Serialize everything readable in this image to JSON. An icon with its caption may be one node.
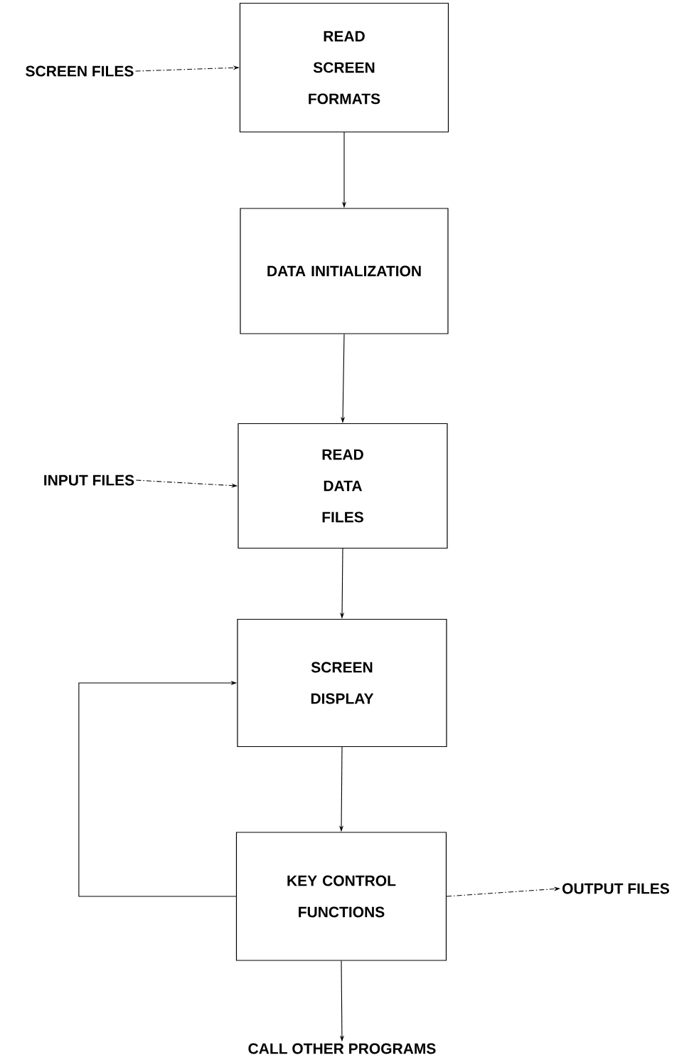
{
  "diagram": {
    "nodes": [
      {
        "text": [
          "SCREEN FILES"
        ]
      },
      {
        "text": [
          "READ SCREEN FORMATS"
        ]
      },
      {
        "text": [
          "DATA INITIALIZATION"
        ]
      },
      {
        "text": [
          "INPUT FILES"
        ]
      },
      {
        "text": [
          "READ DATA FILES"
        ]
      },
      {
        "text": [
          "SCREEN DISPLAY"
        ]
      },
      {
        "text": [
          "KEY CONTROL FUNCTIONS"
        ]
      },
      {
        "text": [
          "OUTPUT FILES"
        ]
      },
      {
        "text": [
          "CALL OTHER PROGRAMS"
        ]
      }
    ],
    "edges": [
      {
        "from": 0,
        "to": 1,
        "arrow": "to",
        "style": "dashed"
      },
      {
        "from": 1,
        "to": 2,
        "arrow": "to"
      },
      {
        "from": 2,
        "to": 4,
        "arrow": "to"
      },
      {
        "from": 3,
        "to": 4,
        "arrow": "to",
        "style": "dashed"
      },
      {
        "from": 4,
        "to": 5,
        "arrow": "to"
      },
      {
        "from": 5,
        "to": 6,
        "arrow": "to"
      },
      {
        "from": 6,
        "to": 5,
        "arrow": "to"
      },
      {
        "from": 6,
        "to": 7,
        "arrow": "to",
        "style": "dashed"
      },
      {
        "from": 6,
        "to": 8,
        "arrow": "to"
      }
    ]
  }
}
